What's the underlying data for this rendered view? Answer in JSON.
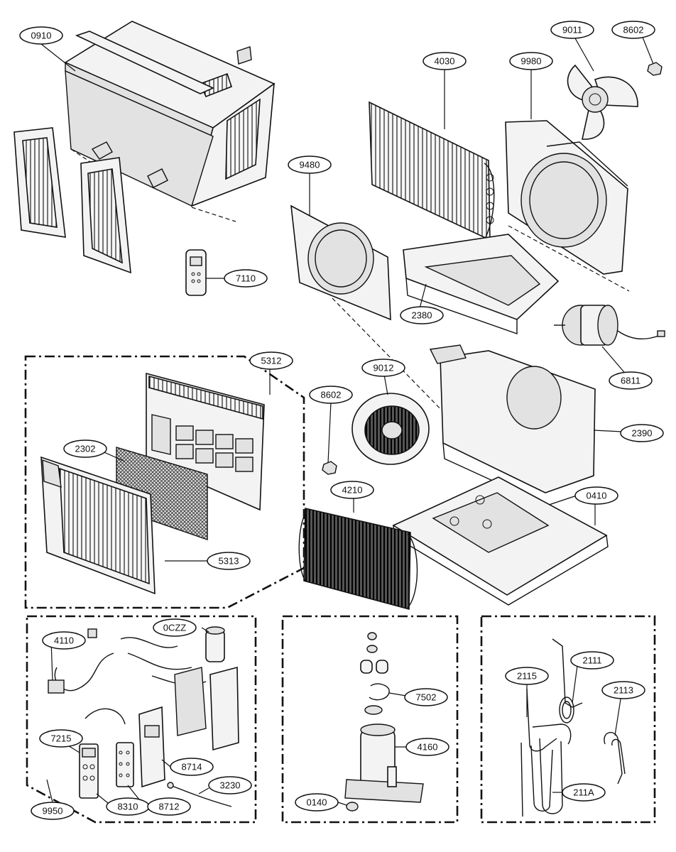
{
  "callouts": [
    {
      "id": "c-0910",
      "label": "0910"
    },
    {
      "id": "c-7110",
      "label": "7110"
    },
    {
      "id": "c-4030",
      "label": "4030"
    },
    {
      "id": "c-9980",
      "label": "9980"
    },
    {
      "id": "c-9011",
      "label": "9011"
    },
    {
      "id": "c-8602-top",
      "label": "8602"
    },
    {
      "id": "c-9480",
      "label": "9480"
    },
    {
      "id": "c-2380",
      "label": "2380"
    },
    {
      "id": "c-6811",
      "label": "6811"
    },
    {
      "id": "c-5312",
      "label": "5312"
    },
    {
      "id": "c-2302",
      "label": "2302"
    },
    {
      "id": "c-5313",
      "label": "5313"
    },
    {
      "id": "c-9012",
      "label": "9012"
    },
    {
      "id": "c-8602-mid",
      "label": "8602"
    },
    {
      "id": "c-2390",
      "label": "2390"
    },
    {
      "id": "c-4210",
      "label": "4210"
    },
    {
      "id": "c-0410",
      "label": "0410"
    },
    {
      "id": "c-4110",
      "label": "4110"
    },
    {
      "id": "c-0czz",
      "label": "0CZZ"
    },
    {
      "id": "c-7215",
      "label": "7215"
    },
    {
      "id": "c-8714",
      "label": "8714"
    },
    {
      "id": "c-3230",
      "label": "3230"
    },
    {
      "id": "c-8310",
      "label": "8310"
    },
    {
      "id": "c-8712",
      "label": "8712"
    },
    {
      "id": "c-9950",
      "label": "9950"
    },
    {
      "id": "c-7502",
      "label": "7502"
    },
    {
      "id": "c-4160",
      "label": "4160"
    },
    {
      "id": "c-0140",
      "label": "0140"
    },
    {
      "id": "c-2115",
      "label": "2115"
    },
    {
      "id": "c-2111",
      "label": "2111"
    },
    {
      "id": "c-2113",
      "label": "2113"
    },
    {
      "id": "c-211a",
      "label": "211A"
    }
  ]
}
